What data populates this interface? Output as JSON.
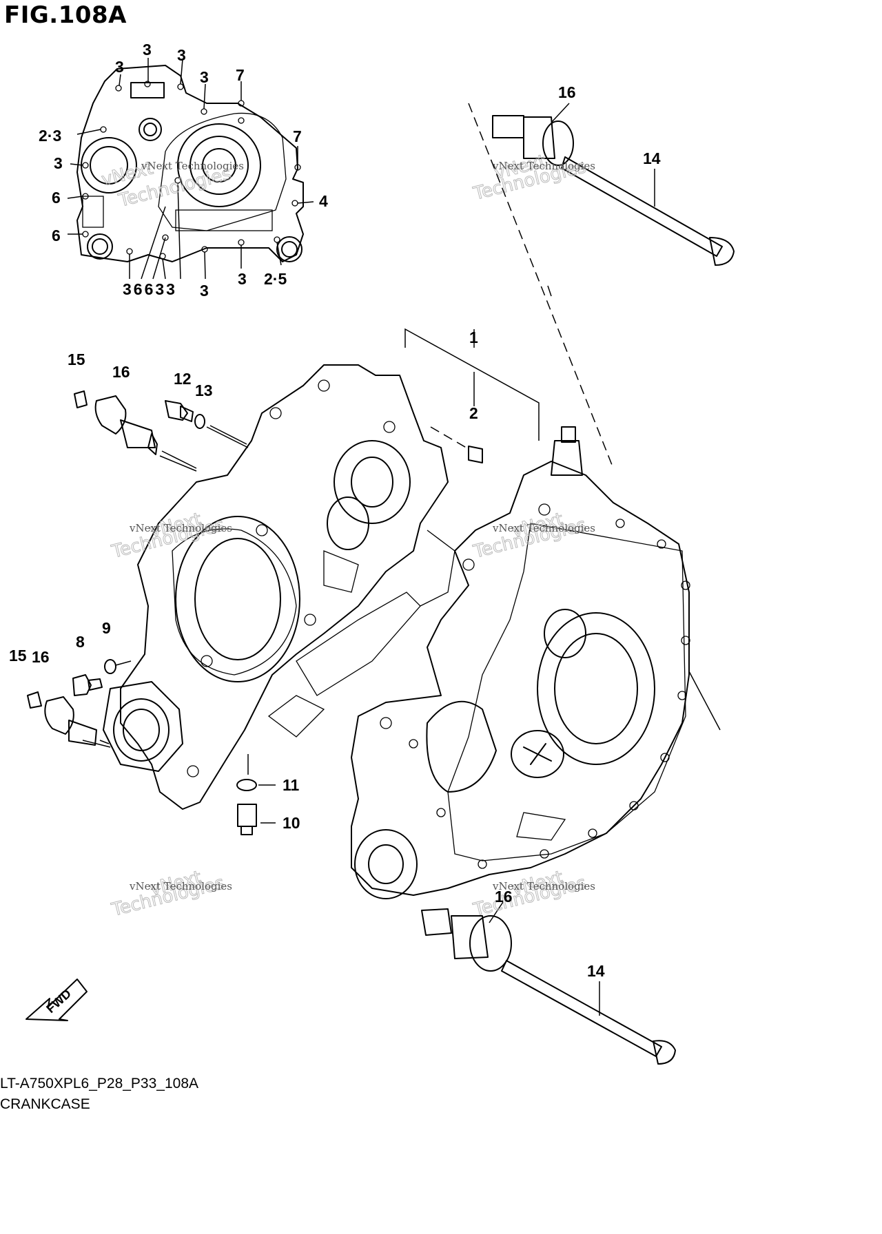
{
  "figure": {
    "title": "FIG.108A",
    "code": "LT-A750XPL6_P28_P33_108A",
    "caption": "CRANKCASE"
  },
  "watermark": {
    "line1": "vNext",
    "line2": "Technologies",
    "small": "vNext Technologies"
  },
  "fwd_label": "FWD",
  "callouts": {
    "inset_3a": "3",
    "inset_3b": "3",
    "inset_3c": "3",
    "inset_3d": "3",
    "inset_7a": "7",
    "inset_7b": "7",
    "inset_23": "2·3",
    "inset_3e": "3",
    "inset_6a": "6",
    "inset_6b": "6",
    "inset_4": "4",
    "inset_bottom": "36633",
    "inset_3f": "3",
    "inset_3g": "3",
    "inset_25": "2·5",
    "p16_top": "16",
    "p14_top": "14",
    "p1": "1",
    "p2": "2",
    "p15a": "15",
    "p16a": "16",
    "p12": "12",
    "p13": "13",
    "p8": "8",
    "p9": "9",
    "p15b": "15",
    "p16b": "16",
    "p11": "11",
    "p10": "10",
    "p16_bottom": "16",
    "p14_bottom": "14"
  }
}
